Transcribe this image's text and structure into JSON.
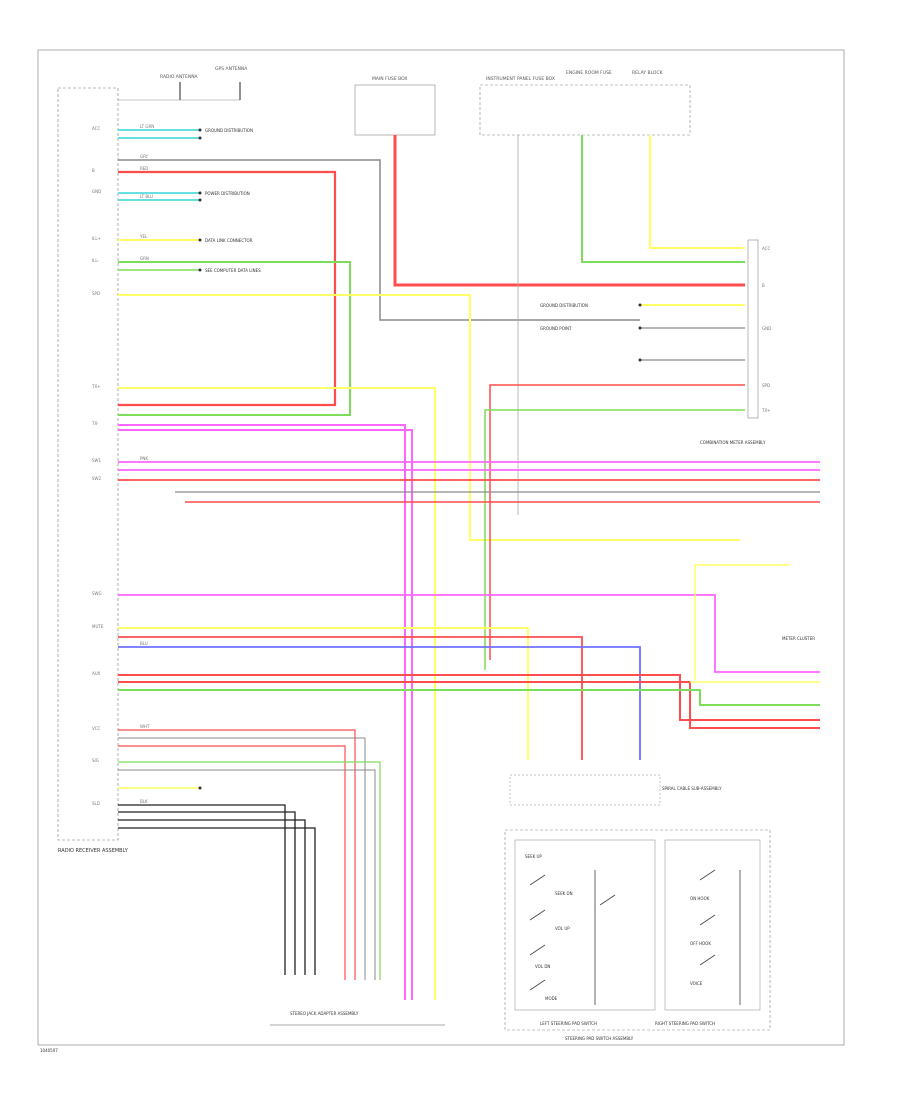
{
  "diagram": {
    "page_code": "1040507",
    "colors": {
      "red": "#ff4d4d",
      "green": "#7ddc5a",
      "yellow": "#ffff66",
      "pink": "#ff66ff",
      "blue": "#7070ff",
      "cyan": "#66e0e0",
      "gray": "#8a8a8a",
      "black": "#222222"
    },
    "components": {
      "main_ecu": "RADIO RECEIVER ASSEMBLY",
      "combination_meter": "COMBINATION METER ASSEMBLY",
      "meter_cluster": "METER CLUSTER",
      "steering_pad_switch": "STEERING PAD SWITCH ASSEMBLY",
      "spiral_cable": "SPIRAL CABLE SUB-ASSEMBLY",
      "stereo_jack": "STEREO JACK ADAPTER ASSEMBLY",
      "left_switch": "LEFT STEERING PAD SWITCH",
      "right_switch": "RIGHT STEERING PAD SWITCH"
    },
    "top_labels": {
      "radio": "RADIO ANTENNA",
      "gps": "GPS ANTENNA",
      "fuse1": "MAIN FUSE BOX",
      "fuse2": "INSTRUMENT PANEL FUSE BOX",
      "fuse3": "ENGINE ROOM FUSE",
      "fuse4": "RELAY BLOCK"
    },
    "refs": {
      "ground": "GROUND DISTRIBUTION",
      "power": "POWER DISTRIBUTION",
      "data_link": "DATA LINK CONNECTOR",
      "ground_point": "GROUND POINT",
      "see_computer": "SEE COMPUTER DATA LINES"
    },
    "wire_codes": [
      "RED",
      "GRN",
      "YEL",
      "PNK",
      "BLU",
      "WHT",
      "BLK",
      "GRY",
      "LT GRN",
      "LT BLU"
    ],
    "switch_labels": [
      "SEEK UP",
      "SEEK DN",
      "VOL UP",
      "VOL DN",
      "MODE",
      "ON HOOK",
      "OFF HOOK",
      "VOICE"
    ],
    "pin_labels": [
      "ACC",
      "B",
      "GND",
      "ILL+",
      "ILL-",
      "SPD",
      "TX+",
      "TX-",
      "SW1",
      "SW2",
      "SWG",
      "MUTE",
      "AUX",
      "VCC",
      "SIG",
      "SLD"
    ]
  }
}
